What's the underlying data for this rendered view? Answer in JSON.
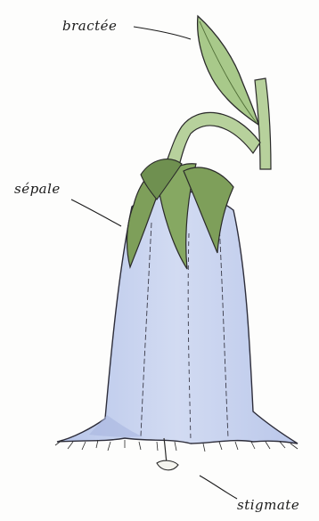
{
  "labels": {
    "bractee": "bractée",
    "sepale": "sépale",
    "stigmate": "stigmate"
  },
  "colors": {
    "petal_fill": "#c9d3ee",
    "petal_shadow": "#b3c1e6",
    "petal_outline": "#2d2d3a",
    "leaf_fill": "#a8c98a",
    "sepal_fill": "#7e9f5a",
    "stem_fill": "#b7d19c",
    "ink": "#1a1a1a"
  },
  "icons": [
    "bell-flower-illustration"
  ]
}
